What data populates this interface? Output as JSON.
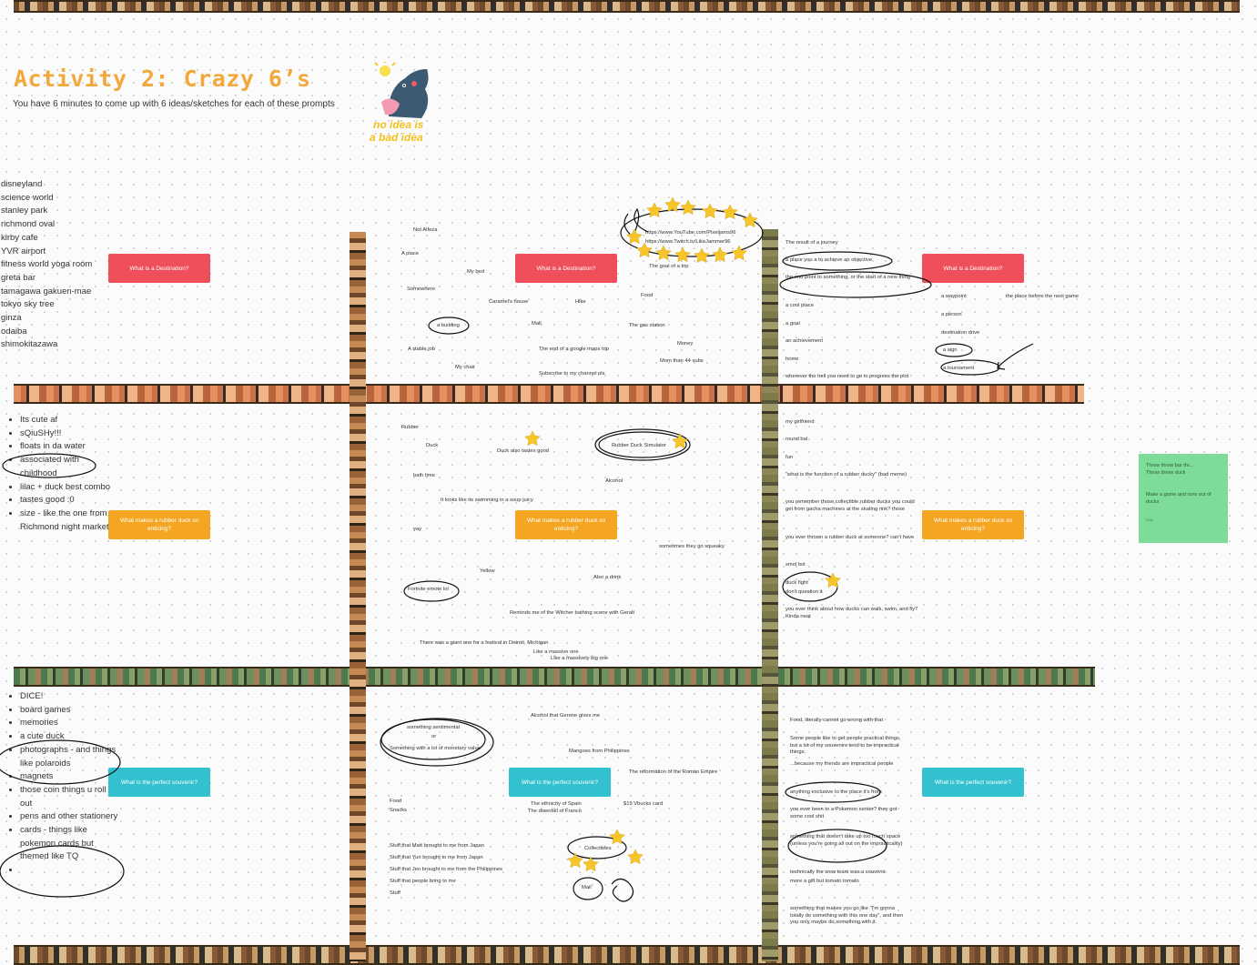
{
  "header": {
    "title": "Activity 2: Crazy 6’s",
    "subtitle": "You have 6 minutes to come up with 6 ideas/sketches for each of these prompts",
    "sticker_text": [
      "no idea is",
      "a bad idea"
    ]
  },
  "places_list": [
    "disneyland",
    "science world",
    "stanley park",
    "richmond oval",
    "kirby cafe",
    "YVR airport",
    "fitness world yoga room",
    "greta bar",
    "tamagawa gakuen-mae",
    "tokyo sky tree",
    "ginza",
    "odaiba",
    "shimokitazawa"
  ],
  "duck_list": [
    "Its cute af",
    "sQiuSHy!!!",
    "floats in da water",
    "associated with childhood",
    "lilac + duck best combo",
    "tastes good :0",
    "size - like the one from Richmond night market"
  ],
  "souvenir_list": [
    "DICE!",
    "board games",
    "memories",
    "a cute duck",
    "photographs - and things like polaroids",
    "magnets",
    "those coin things u roll out",
    "pens and other stationery",
    "cards - things like pokemon cards but themed like TQ",
    ""
  ],
  "prompts": {
    "destination": "What is a Destination?",
    "rubber_duck": "What makes a rubber duck so enticing?",
    "souvenir": "What is the perfect souvenir?"
  },
  "col2_row1": [
    "Not Alfeza",
    "A place",
    "My bed",
    "Somewhere",
    "Caramel's house",
    "Hike",
    "Food",
    "a building",
    "Mall",
    "The gas station",
    "Money",
    "A stable job",
    "The end of a google maps trip",
    "Mom than 44 subs",
    "My chair",
    "Subscribe to my channel pls",
    "https://www.YouTube.com/Pixeljams96",
    "https://www.Twitch.tv/LikeJammer96",
    "The goal of a trip"
  ],
  "col3_row1": [
    "The result of a journey",
    "a place you a to achieve an objective",
    "the end point to something, or the start of a new thing",
    "a cool place",
    "a goal",
    "an achievement",
    "home",
    "wherever the hell you need to go to progress the plot",
    "a waypoint",
    "the place before the next game",
    "a person",
    "destination drive",
    "a sign",
    "a tournament"
  ],
  "col2_row2": [
    "Rubber",
    "Duck",
    "Duck also tastes good",
    "Rubber Duck Simulator",
    "bath time",
    "Alcohol",
    "It looks like its swimming in a soup juicy",
    "yay",
    "sometimes they go squeaky",
    "Yellow",
    "Also a drink",
    "Fortnite emote lol",
    "Reminds me of the Witcher bathing scene with Geralt",
    "There was a giant one for a festival in Detroit, Michigan",
    "Like a massive one",
    "Like a massively big one"
  ],
  "col3_row2": [
    "my girlfriend",
    "round bal",
    "fun",
    "\"what is the function of a rubber ducky\" (bad meme)",
    "you remember those collectible rubber ducks you could get from gacha machines at the skating rink? those",
    "you ever thrown a rubber duck at someone? can't have",
    "smol bol",
    "duck fight",
    "don't question it",
    "you ever think about how ducks can walk, swim, and fly? Kinda neat"
  ],
  "col2_row3": [
    "Alcohol that Gerene gives me",
    "something sentimental",
    "or",
    "Something with a lot of monetary value",
    "Mangoes from Philippines",
    "The reformation of the Roman Empire",
    "Food",
    "Snacks",
    "The ethnicity of Spain",
    "The downfall of Franco",
    "$19 Vbucks card",
    "Stuff that Matt brought to me from Japan",
    "Stuff that Yuri brought to me from Japan",
    "Stuff that Jen brought to me from the Philippines",
    "Stuff that people bring to me",
    "Stuff",
    "Collectibles",
    "Mail"
  ],
  "col3_row3": [
    "Food, literally cannot go wrong with that",
    "Some people like to get people practical things, but a lot of my souvenirs tend to be impractical things.",
    "...because my friends are impractical people",
    "anything exclusive to the place it's from",
    "you ever been to a Pokemon center? they got some cool shit",
    "something that doesn't take up too much space (unless you're going all out on the impracticality)",
    "technically the wow team was a souvenir",
    "more a gift but tomato tomato",
    "something that makes you go like \"I'm gonna totally do something with this one day\", and then you only maybe do something with it."
  ],
  "green_note": {
    "line1": "Throw throw bar thr...",
    "line2": "Throw throw duck",
    "line3": "Make a game and runs out of ducks",
    "footer": "Lea"
  },
  "colors": {
    "title": "#f2a93b",
    "destination_prompt": "#ef4e5b",
    "duck_prompt": "#f4a623",
    "souvenir_prompt": "#33c1cf",
    "sticky": "#7ddc98"
  }
}
